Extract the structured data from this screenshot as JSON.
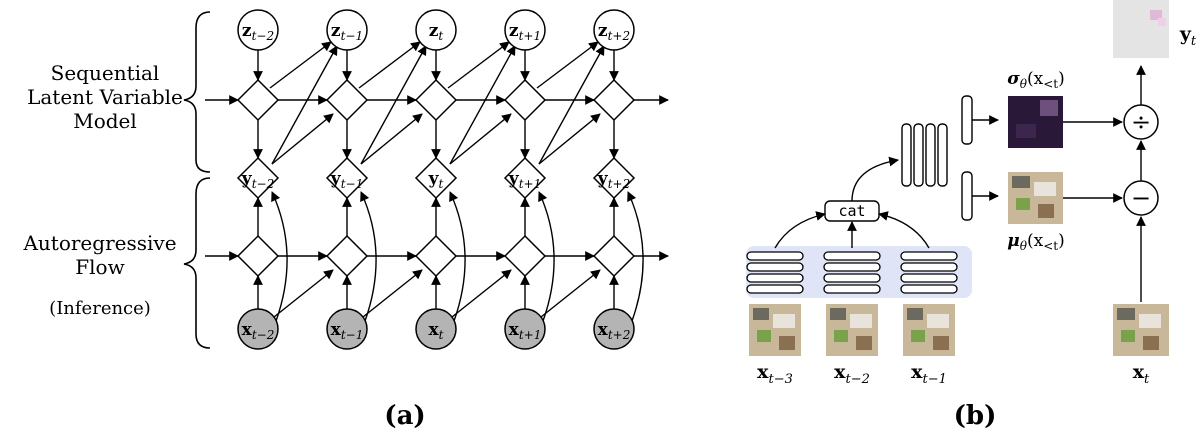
{
  "panel_a": {
    "caption": "(a)",
    "label_top": [
      "Sequential",
      "Latent Variable",
      "Model"
    ],
    "label_bottom": [
      "Autoregressive",
      "Flow"
    ],
    "label_inference": "(Inference)",
    "columns": [
      {
        "z": "z",
        "z_sub": "t−2",
        "y": "y",
        "y_sub": "t−2",
        "x": "x",
        "x_sub": "t−2"
      },
      {
        "z": "z",
        "z_sub": "t−1",
        "y": "y",
        "y_sub": "t−1",
        "x": "x",
        "x_sub": "t−1"
      },
      {
        "z": "z",
        "z_sub": "t",
        "y": "y",
        "y_sub": "t",
        "x": "x",
        "x_sub": "t"
      },
      {
        "z": "z",
        "z_sub": "t+1",
        "y": "y",
        "y_sub": "t+1",
        "x": "x",
        "x_sub": "t+1"
      },
      {
        "z": "z",
        "z_sub": "t+2",
        "y": "y",
        "y_sub": "t+2",
        "x": "x",
        "x_sub": "t+2"
      }
    ]
  },
  "panel_b": {
    "caption": "(b)",
    "cat_label": "cat",
    "sigma_label": "σ",
    "sigma_sub": "θ",
    "sigma_arg": "(x",
    "sigma_arg_sub": "<t",
    "sigma_close": ")",
    "mu_label": "μ",
    "mu_sub": "θ",
    "mu_arg": "(x",
    "mu_arg_sub": "<t",
    "mu_close": ")",
    "divide_symbol": "÷",
    "minus_symbol": "−",
    "y_out": "y",
    "y_out_sub": "t",
    "x_in": "x",
    "x_in_sub": "t",
    "frames": [
      {
        "x": "x",
        "sub": "t−3"
      },
      {
        "x": "x",
        "sub": "t−2"
      },
      {
        "x": "x",
        "sub": "t−1"
      }
    ]
  },
  "colors": {
    "observed_fill": "#b4b4b4",
    "highlight_fill": "#dfe4f7",
    "sigma_image": "#2a1838",
    "output_image": "#e4e4e4"
  }
}
